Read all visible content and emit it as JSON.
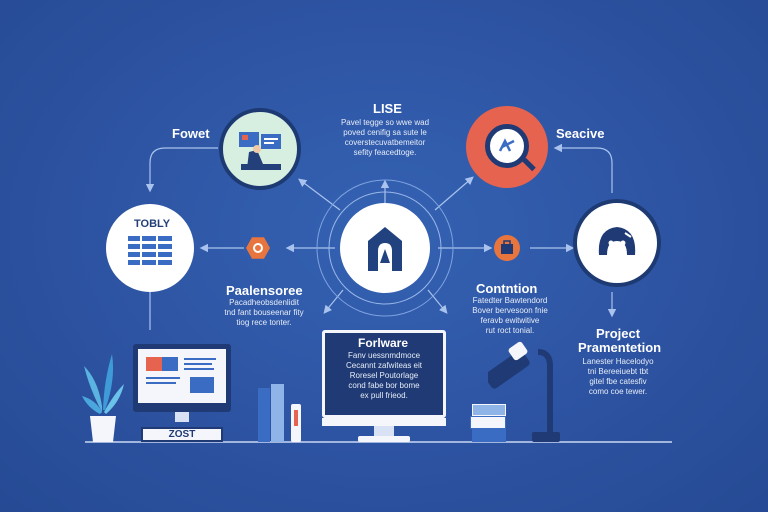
{
  "center": {
    "label": "LISE",
    "blurb": [
      "Pavel tegge so wwe wad",
      "poved cenifig sa sute le",
      "coverstecuvatbemeitor",
      "sefity feacedtoge."
    ]
  },
  "top_left": {
    "label": "Fowet"
  },
  "top_right": {
    "label": "Seacive"
  },
  "left_node": {
    "label": "TOBLY"
  },
  "mid_left": {
    "label": "Paalensoree",
    "blurb": [
      "Pacadheobsdenlidit",
      "tnd fant bouseenar fity",
      "tiog rece tonter."
    ]
  },
  "mid_right": {
    "label": "Contntion",
    "blurb": [
      "Fatedter Bawtendord",
      "Bover bervesoon fnie",
      "feravb ewitwitive",
      "rut roct tonial."
    ]
  },
  "right_col": {
    "label_line1": "Project",
    "label_line2": "Pramentetion",
    "blurb": [
      "Lanester Hacelodyo",
      "tni Bereeiuebt tbt",
      "gitel fbe catesfiv",
      "como coe tewer."
    ]
  },
  "monitor_center": {
    "title": "Forlware",
    "blurb": [
      "Fanv uessnmdmoce",
      "Cecannt zafwiteas eit",
      "Roresel Poutorlage",
      "cond fabe bor bome",
      "ex pull frieod."
    ]
  },
  "monitor_left": {
    "badge": "ZOST"
  },
  "colors": {
    "background": "#2f56a3",
    "node_ring": "#ffffff",
    "accent_red": "#e5634f",
    "accent_orange": "#e8743e",
    "dark_navy": "#1f3a74",
    "light_blue": "#8fb4e8"
  }
}
